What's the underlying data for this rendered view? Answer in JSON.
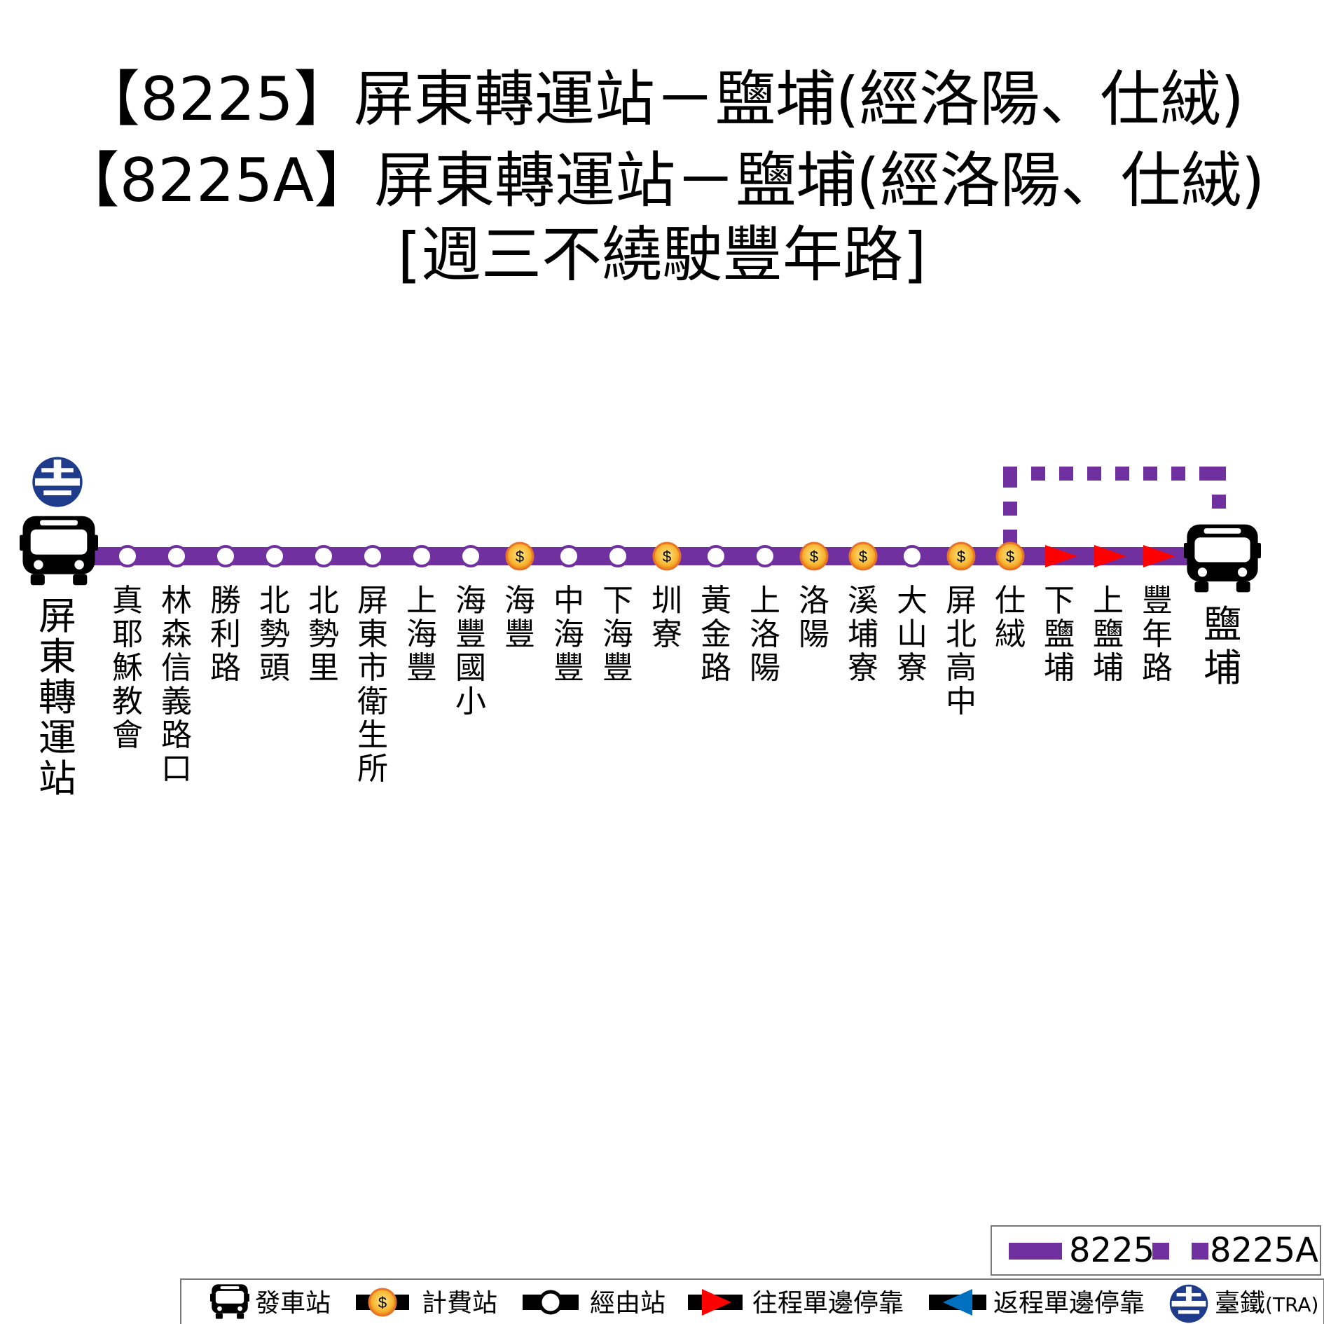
{
  "title": {
    "line1": "【8225】屏東轉運站－鹽埔(經洛陽、仕絨)",
    "line2": "【8225A】屏東轉運站－鹽埔(經洛陽、仕絨)",
    "line3": "[週三不繞駛豐年路]"
  },
  "colors": {
    "route": "#7030a0",
    "fare": "#f5a623",
    "arrow": "#ff0000",
    "return_arrow": "#0070c0",
    "tra": "#1f3c8c"
  },
  "origin": {
    "name": "屏東轉運站",
    "icon": "bus-icon",
    "tra_icon": "tra-logo-icon"
  },
  "destination": {
    "name": "鹽埔",
    "icon": "bus-icon"
  },
  "stops": [
    {
      "name": "真耶穌教會",
      "type": "pass"
    },
    {
      "name": "林森信義路口",
      "type": "pass"
    },
    {
      "name": "勝利路",
      "type": "pass"
    },
    {
      "name": "北勢頭",
      "type": "pass"
    },
    {
      "name": "北勢里",
      "type": "pass"
    },
    {
      "name": "屏東市衛生所",
      "type": "pass"
    },
    {
      "name": "上海豐",
      "type": "pass"
    },
    {
      "name": "海豐國小",
      "type": "pass"
    },
    {
      "name": "海豐",
      "type": "fare"
    },
    {
      "name": "中海豐",
      "type": "pass"
    },
    {
      "name": "下海豐",
      "type": "pass"
    },
    {
      "name": "圳寮",
      "type": "fare"
    },
    {
      "name": "黃金路",
      "type": "pass"
    },
    {
      "name": "上洛陽",
      "type": "pass"
    },
    {
      "name": "洛陽",
      "type": "fare"
    },
    {
      "name": "溪埔寮",
      "type": "fare"
    },
    {
      "name": "大山寮",
      "type": "pass"
    },
    {
      "name": "屏北高中",
      "type": "fare"
    },
    {
      "name": "仕絨",
      "type": "fare"
    },
    {
      "name": "下鹽埔",
      "type": "oneway"
    },
    {
      "name": "上鹽埔",
      "type": "oneway"
    },
    {
      "name": "豐年路",
      "type": "oneway"
    }
  ],
  "fare_symbol": "$",
  "route_legend": {
    "solid": "8225",
    "dotted": "8225A"
  },
  "legend": [
    {
      "key": "origin",
      "label": "發車站",
      "icon": "bus-icon"
    },
    {
      "key": "fare",
      "label": "計費站",
      "icon": "fare-stop-icon"
    },
    {
      "key": "pass",
      "label": "經由站",
      "icon": "stop-icon"
    },
    {
      "key": "outbound",
      "label": "往程單邊停靠",
      "icon": "red-arrow-icon"
    },
    {
      "key": "inbound",
      "label": "返程單邊停靠",
      "icon": "blue-arrow-icon"
    },
    {
      "key": "tra",
      "label": "臺鐵",
      "suffix": "(TRA)",
      "icon": "tra-logo-icon"
    }
  ]
}
